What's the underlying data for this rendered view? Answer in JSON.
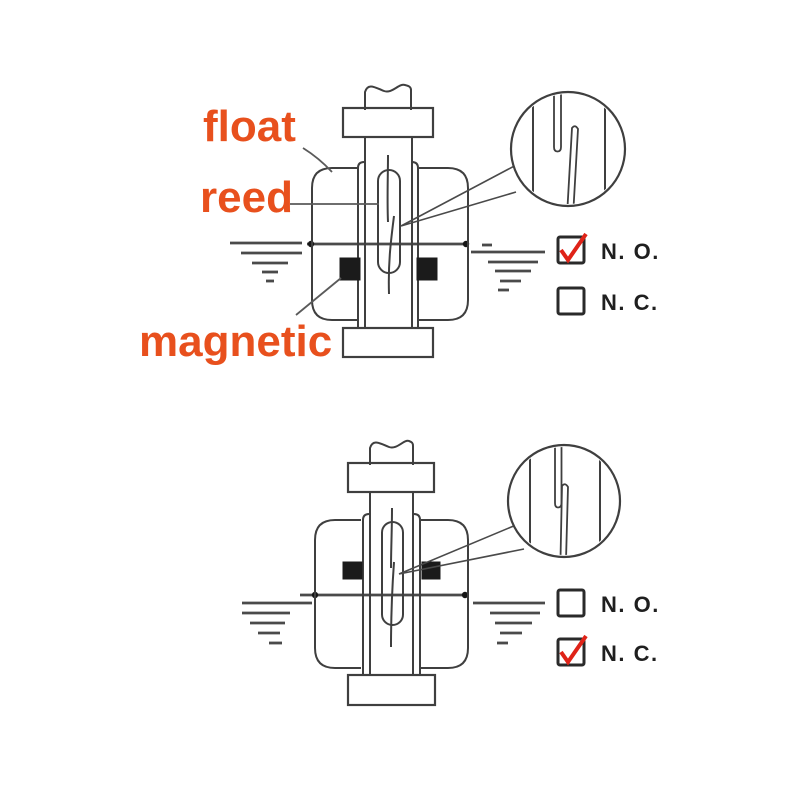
{
  "colors": {
    "background": "#ffffff",
    "line": "#3f3f3f",
    "label_orange": "#e8501d",
    "check_red": "#df2318",
    "magnet_black": "#1b1b1b",
    "option_text": "#1f1f1f"
  },
  "annotations": {
    "float_label": "float",
    "reed_label": "reed",
    "magnetic_label": "magnetic"
  },
  "top_diagram": {
    "reed_state": "open",
    "options": [
      {
        "label": "N. O.",
        "checked": true
      },
      {
        "label": "N. C.",
        "checked": false
      }
    ]
  },
  "bottom_diagram": {
    "reed_state": "closed",
    "options": [
      {
        "label": "N. O.",
        "checked": false
      },
      {
        "label": "N. C.",
        "checked": true
      }
    ]
  }
}
